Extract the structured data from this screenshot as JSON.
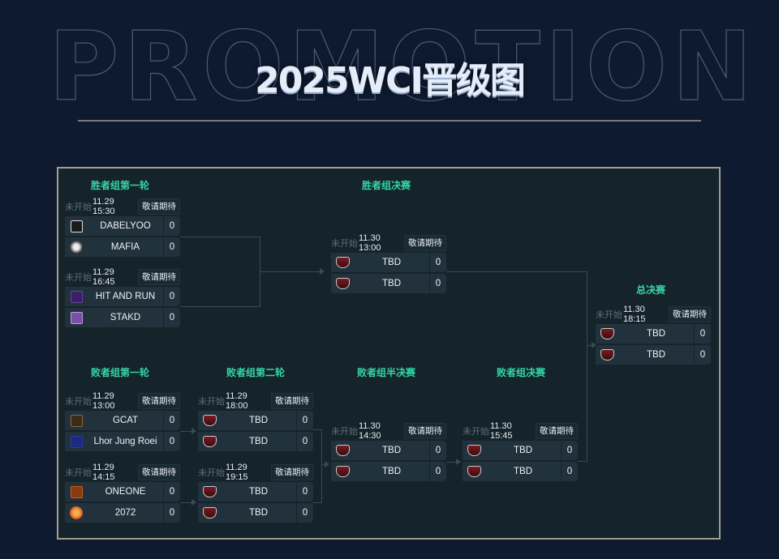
{
  "header": {
    "background_word": "PROMOTION",
    "title": "2025WCI晋级图"
  },
  "rounds": {
    "wb_r1": "胜者组第一轮",
    "wb_final": "胜者组决赛",
    "grand_final": "总决赛",
    "lb_r1": "败者组第一轮",
    "lb_r2": "败者组第二轮",
    "lb_semi": "败者组半决赛",
    "lb_final": "败者组决赛"
  },
  "matches": [
    {
      "id": "wb1a",
      "status": "未开始",
      "time": "11.29 15:30",
      "remind": "敬请期待",
      "teams": [
        {
          "name": "DABELYOO",
          "score": "0",
          "logo": "dabelyoo-logo"
        },
        {
          "name": "MAFIA",
          "score": "0",
          "logo": "mafia-logo"
        }
      ]
    },
    {
      "id": "wb1b",
      "status": "未开始",
      "time": "11.29 16:45",
      "remind": "敬请期待",
      "teams": [
        {
          "name": "HIT AND RUN",
          "score": "0",
          "logo": "hit-and-run-logo"
        },
        {
          "name": "STAKD",
          "score": "0",
          "logo": "stakd-logo"
        }
      ]
    },
    {
      "id": "wbf",
      "status": "未开始",
      "time": "11.30 13:00",
      "remind": "敬请期待",
      "teams": [
        {
          "name": "TBD",
          "score": "0",
          "logo": "tbd-logo"
        },
        {
          "name": "TBD",
          "score": "0",
          "logo": "tbd-logo"
        }
      ]
    },
    {
      "id": "gf",
      "status": "未开始",
      "time": "11.30 18:15",
      "remind": "敬请期待",
      "teams": [
        {
          "name": "TBD",
          "score": "0",
          "logo": "tbd-logo"
        },
        {
          "name": "TBD",
          "score": "0",
          "logo": "tbd-logo"
        }
      ]
    },
    {
      "id": "lb1a",
      "status": "未开始",
      "time": "11.29 13:00",
      "remind": "敬请期待",
      "teams": [
        {
          "name": "GCAT",
          "score": "0",
          "logo": "gcat-logo"
        },
        {
          "name": "Lhor Jung Roei",
          "score": "0",
          "logo": "lhor-jung-roei-logo"
        }
      ]
    },
    {
      "id": "lb1b",
      "status": "未开始",
      "time": "11.29 14:15",
      "remind": "敬请期待",
      "teams": [
        {
          "name": "ONEONE",
          "score": "0",
          "logo": "oneone-logo"
        },
        {
          "name": "2072",
          "score": "0",
          "logo": "2072-logo"
        }
      ]
    },
    {
      "id": "lb2a",
      "status": "未开始",
      "time": "11.29 18:00",
      "remind": "敬请期待",
      "teams": [
        {
          "name": "TBD",
          "score": "0",
          "logo": "tbd-logo"
        },
        {
          "name": "TBD",
          "score": "0",
          "logo": "tbd-logo"
        }
      ]
    },
    {
      "id": "lb2b",
      "status": "未开始",
      "time": "11.29 19:15",
      "remind": "敬请期待",
      "teams": [
        {
          "name": "TBD",
          "score": "0",
          "logo": "tbd-logo"
        },
        {
          "name": "TBD",
          "score": "0",
          "logo": "tbd-logo"
        }
      ]
    },
    {
      "id": "lbs",
      "status": "未开始",
      "time": "11.30 14:30",
      "remind": "敬请期待",
      "teams": [
        {
          "name": "TBD",
          "score": "0",
          "logo": "tbd-logo"
        },
        {
          "name": "TBD",
          "score": "0",
          "logo": "tbd-logo"
        }
      ]
    },
    {
      "id": "lbf",
      "status": "未开始",
      "time": "11.30 15:45",
      "remind": "敬请期待",
      "teams": [
        {
          "name": "TBD",
          "score": "0",
          "logo": "tbd-logo"
        },
        {
          "name": "TBD",
          "score": "0",
          "logo": "tbd-logo"
        }
      ]
    }
  ],
  "colors": {
    "page_bg": "#0d1a30",
    "board_bg": "#15232b",
    "board_border": "#a29e8c",
    "round_title": "#35d6a6",
    "team_row": "#22323c",
    "connector": "#3a4a54"
  }
}
